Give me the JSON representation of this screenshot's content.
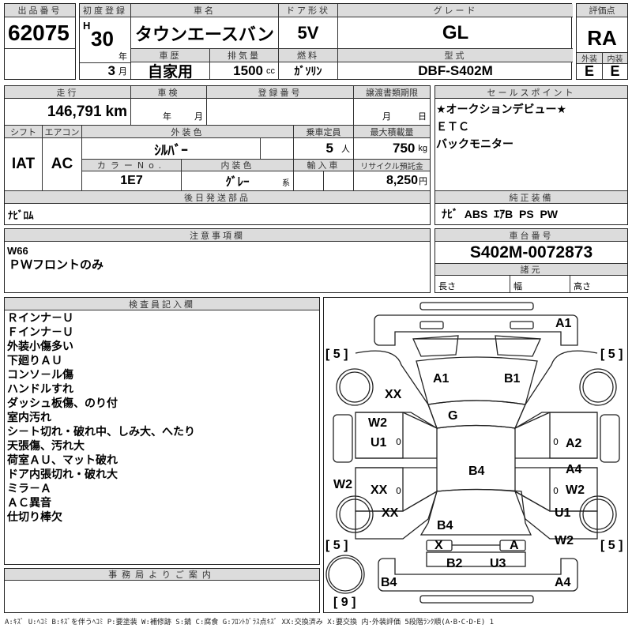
{
  "lot": {
    "label": "出品番号",
    "value": "62075"
  },
  "first_registration": {
    "label": "初度登録",
    "era": "H",
    "year": "30",
    "year_unit": "年",
    "month": "3",
    "month_unit": "月"
  },
  "car_name": {
    "label": "車名",
    "value": "タウンエースバン"
  },
  "door": {
    "label": "ドア形状",
    "value": "5V"
  },
  "grade": {
    "label": "グレード",
    "value": "GL"
  },
  "score": {
    "label": "評価点",
    "value": "RA",
    "exterior_label": "外装",
    "exterior": "E",
    "interior_label": "内装",
    "interior": "E"
  },
  "history": {
    "label": "車歴",
    "value": "自家用"
  },
  "displacement": {
    "label": "排気量",
    "value": "1500",
    "unit": "cc"
  },
  "fuel": {
    "label": "燃料",
    "value": "ｶﾞｿﾘﾝ"
  },
  "model_code": {
    "label": "型式",
    "value": "DBF-S402M"
  },
  "mileage": {
    "label": "走行",
    "value": "146,791",
    "unit": "km"
  },
  "inspection": {
    "label": "車検",
    "year_unit": "年",
    "month_unit": "月"
  },
  "registration_no": {
    "label": "登録番号",
    "value": ""
  },
  "transfer_deadline": {
    "label": "譲渡書類期限",
    "month_unit": "月",
    "day_unit": "日"
  },
  "shift": {
    "label": "シフト",
    "value": "IAT"
  },
  "aircon": {
    "label": "エアコン",
    "value": "AC"
  },
  "exterior_color": {
    "label": "外装色",
    "value": "ｼﾙﾊﾞｰ"
  },
  "capacity": {
    "label": "乗車定員",
    "value": "5",
    "unit": "人"
  },
  "max_load": {
    "label": "最大積載量",
    "value": "750",
    "unit": "kg"
  },
  "color_no": {
    "label": "カラーNo.",
    "value": "1E7"
  },
  "interior_color": {
    "label": "内装色",
    "value": "ｸﾞﾚｰ",
    "suffix": "系"
  },
  "import": {
    "label": "輸入車"
  },
  "recycle": {
    "label": "リサイクル預託金",
    "value": "8,250",
    "unit": "円"
  },
  "later_parts": {
    "label": "後日発送部品",
    "value": "ﾅﾋﾞﾛﾑ"
  },
  "sales_points": {
    "label": "セールスポイント",
    "items": [
      "★オークションデビュー★",
      "ＥＴＣ",
      "バックモニター"
    ]
  },
  "genuine_equipment": {
    "label": "純正装備",
    "value": "ﾅﾋﾞ  ABS  ｴｱB  PS  PW"
  },
  "notes": {
    "label": "注意事項欄",
    "lines": [
      "W66",
      "ＰＷフロントのみ"
    ]
  },
  "chassis": {
    "label": "車台番号",
    "value": "S402M-0072873"
  },
  "specs": {
    "label": "諸元",
    "length_label": "長さ",
    "width_label": "幅",
    "height_label": "高さ"
  },
  "inspector": {
    "label": "検査員記入欄",
    "lines": [
      "Ｒインナ－Ｕ",
      "Ｆインナ－Ｕ",
      "外装小傷多い",
      "下廻りＡＵ",
      "コンソ－ル傷",
      "ハンドルすれ",
      "ダッシュ板傷、のり付",
      "室内汚れ",
      "シ－ト切れ・破れ中、しみ大、へたり",
      "天張傷、汚れ大",
      "荷室ＡＵ、マット破れ",
      "ドア内張切れ・破れ大",
      "ミラ－Ａ",
      "ＡＣ異音",
      "仕切り棒欠"
    ]
  },
  "office": {
    "label": "事務局よりご案内",
    "value": ""
  },
  "diagram": {
    "tires": {
      "front_left": "[ 5 ]",
      "front_right": "[ 5 ]",
      "rear_left": "[ 5 ]",
      "rear_right": "[ 5 ]",
      "spare": "[ 9 ]"
    },
    "marks": {
      "front_bumper": "A1",
      "hood_left": "A1",
      "hood_right": "B1",
      "left_fender": "XX",
      "windshield": "G",
      "left_front_door_1": "W2",
      "left_front_door_2": "U1",
      "right_front_door": "A2",
      "roof": "B4",
      "left_sill": "W2",
      "left_rear_door": "XX",
      "right_rear_door_1": "A4",
      "right_rear_door_2": "W2",
      "left_quarter": "XX",
      "right_quarter_1": "U1",
      "right_quarter_2": "W2",
      "back_door": "B4",
      "rear_lamp_left": "X",
      "rear_lamp_right": "A",
      "rear_panel_left": "B2",
      "rear_panel_right": "U3",
      "rear_bumper_left": "B4",
      "rear_bumper_right": "A4"
    },
    "small_marks": [
      "0",
      "0",
      "0",
      "0"
    ]
  },
  "legend": "A:ｷｽﾞ U:ﾍｺﾐ B:ｷｽﾞを伴うﾍｺﾐ P:要塗装 W:補修跡 S:錆 C:腐食 G:ﾌﾛﾝﾄｶﾞﾗｽ点ｷｽﾞ XX:交換済み X:要交換  内･外装評価 5段階ﾗﾝｸ順(A･B･C･D･E) 1"
}
